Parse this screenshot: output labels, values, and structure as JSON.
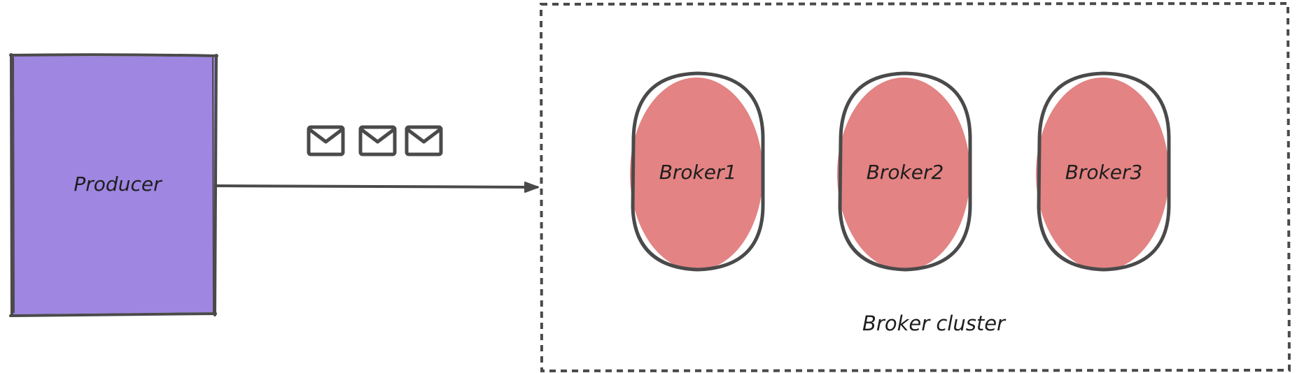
{
  "producer": {
    "label": "Producer",
    "fill_color": "#9e86e1"
  },
  "connection": {
    "message_icons": [
      "mail-icon",
      "mail-icon",
      "mail-icon"
    ]
  },
  "cluster": {
    "label": "Broker cluster",
    "border_style": "dashed",
    "brokers": [
      {
        "label": "Broker1"
      },
      {
        "label": "Broker2"
      },
      {
        "label": "Broker3"
      }
    ],
    "broker_fill_color": "#e38383"
  },
  "stroke_color": "#4a4a4a"
}
